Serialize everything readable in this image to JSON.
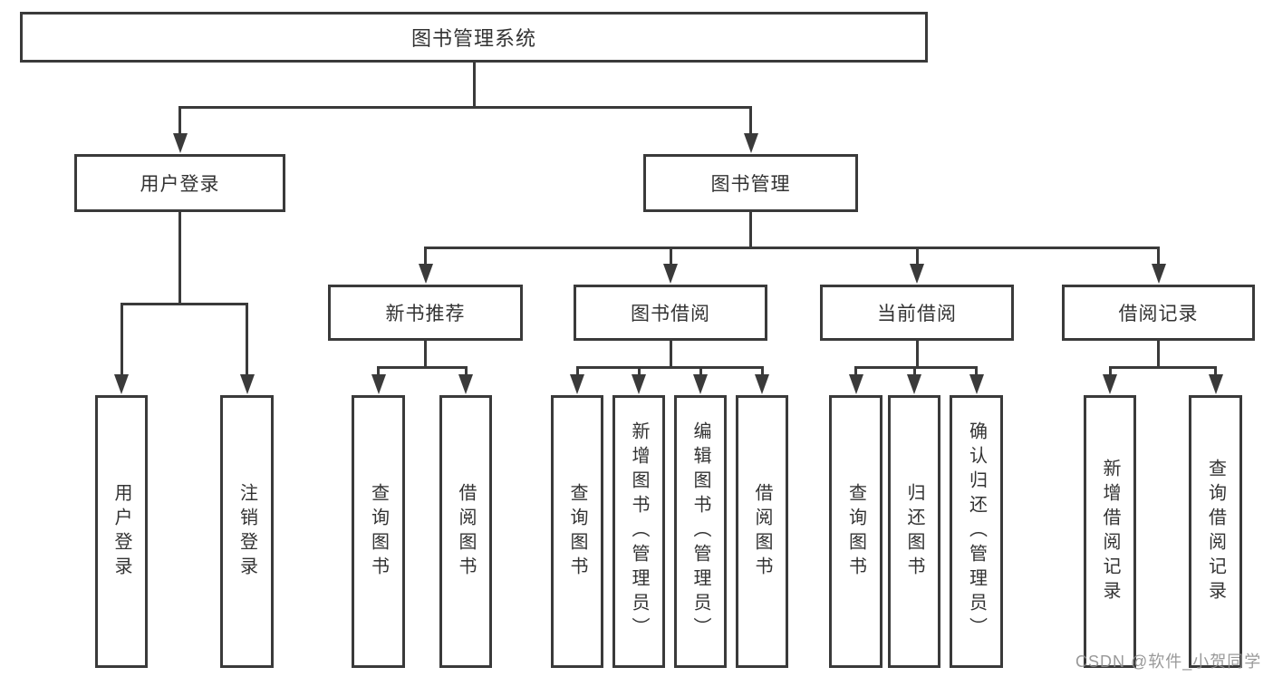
{
  "diagram": {
    "root": {
      "label": "图书管理系统"
    },
    "level2": [
      {
        "id": "user-login",
        "label": "用户登录",
        "children": [
          "用户登录",
          "注销登录"
        ]
      },
      {
        "id": "book-management",
        "label": "图书管理"
      }
    ],
    "level3": [
      {
        "id": "new-book-recommend",
        "label": "新书推荐",
        "children": [
          "查询图书",
          "借阅图书"
        ]
      },
      {
        "id": "book-borrowing",
        "label": "图书借阅",
        "children": [
          "查询图书",
          "新增图书（管理员）",
          "编辑图书（管理员）",
          "借阅图书"
        ]
      },
      {
        "id": "current-borrowing",
        "label": "当前借阅",
        "children": [
          "查询图书",
          "归还图书",
          "确认归还（管理员）"
        ]
      },
      {
        "id": "borrowing-records",
        "label": "借阅记录",
        "children": [
          "新增借阅记录",
          "查询借阅记录"
        ]
      }
    ],
    "colors": {
      "line": "#3a3a3a",
      "text": "#333333",
      "background": "#ffffff",
      "watermark": "#8f8f8f"
    }
  },
  "watermark": {
    "text": "CSDN @软件_小贺同学"
  }
}
